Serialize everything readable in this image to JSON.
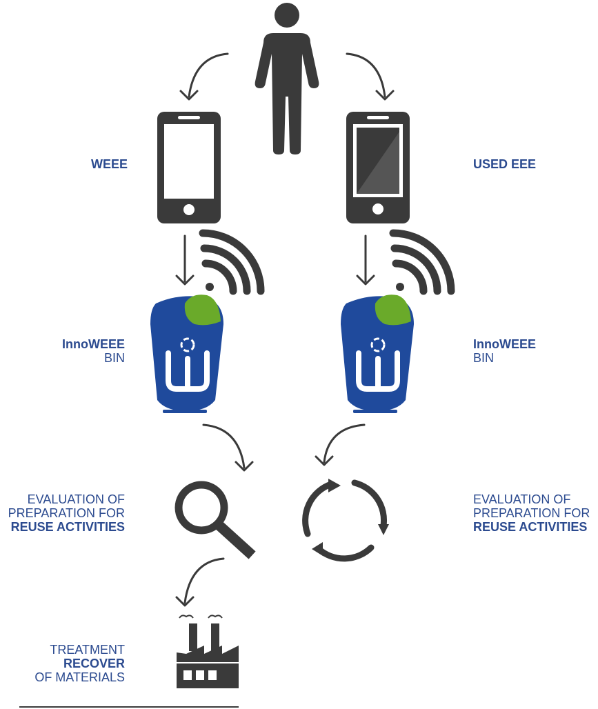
{
  "colors": {
    "dark": "#3a3a3a",
    "blue": "#1f4a9c",
    "green": "#6aaa2a",
    "text": "#2b4a8f"
  },
  "labels": {
    "weee": "WEEE",
    "used_eee": "USED EEE",
    "bin_left_title": "InnoWEEE",
    "bin_left_sub": "BIN",
    "bin_right_title": "InnoWEEE",
    "bin_right_sub": "BIN",
    "eval_left_line1": "EVALUATION OF",
    "eval_left_line2": "PREPARATION FOR",
    "eval_left_line3": "REUSE ACTIVITIES",
    "eval_right_line1": "EVALUATION OF",
    "eval_right_line2": "PREPARATION FOR",
    "eval_right_line3": "REUSE ACTIVITIES",
    "treat_line1": "TREATMENT",
    "treat_line2": "RECOVER",
    "treat_line3": "OF MATERIALS"
  },
  "icons": [
    "person-icon",
    "phone-icon",
    "phone-icon",
    "bin-icon",
    "bin-icon",
    "wifi-signal-icon",
    "magnifier-icon",
    "recycle-cycle-icon",
    "factory-icon",
    "arrow-icon"
  ]
}
